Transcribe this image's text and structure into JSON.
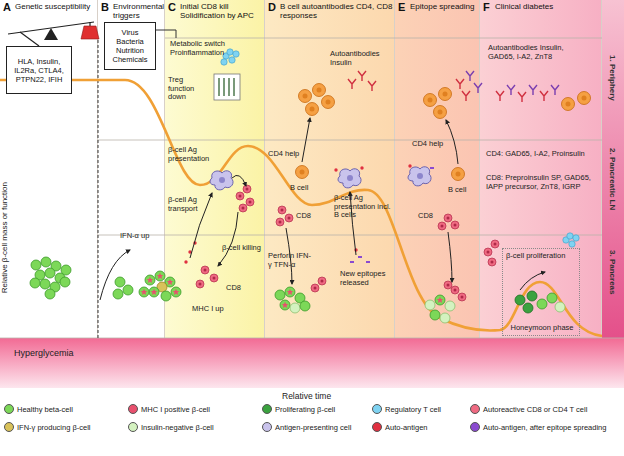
{
  "diagram": {
    "nodes": [
      {
        "text": [
          "A",
          "Genetic susceptibility"
        ]
      },
      {
        "text": [
          "HLA, Insulin, IL2Ra, CTLA4, PTPN22, IFIH"
        ],
        "in": 0
      },
      {
        "text": [
          "B",
          "Environmental triggers"
        ]
      },
      {
        "text": [
          "Virus Bacteria Nutrition Chemicals"
        ],
        "in": 2
      },
      {
        "text": [
          "C",
          "Initial CD8 kill Solidification by APC"
        ]
      },
      {
        "text": [
          "D",
          "B cell autoantibodies CD4, CD8 responses"
        ]
      },
      {
        "text": [
          "E",
          "Epitope spreading"
        ]
      },
      {
        "text": [
          "F",
          "Clinical diabetes"
        ]
      },
      {
        "text": [
          "β-cell proliferation",
          "Honeymoon phase"
        ],
        "in": 7
      }
    ],
    "labels": [
      "1. Periphery",
      "2. Pancreatic LN",
      "3. Pancreas",
      "Metabolic switch Proinflammation",
      "Treg function down",
      "Autoantibodies Insulin",
      "Autoantibodies Insulin, GAD65, I-A2, ZnT8",
      "β-cell Ag presentation",
      "β-cell Ag transport",
      "CD4 help",
      "B cell",
      "β-cell Ag presentation incl. B cells",
      "CD4 help",
      "B cell",
      "CD4: GAD65, I-A2, Proinsulin",
      "CD8: Preproinsulin SP, GAD65, IAPP precursor, ZnT8, IGRP",
      "CD8",
      "CD8",
      "IFN-α up",
      "β-cell killing",
      "Perforin IFN-γ TFN-α",
      "New epitopes released",
      "CD8",
      "MHC I up",
      "Relative β-cell mass or function",
      "Hyperglycemia",
      "Relative time"
    ],
    "legend": [
      {
        "text": "Healthy beta-cell",
        "color": "#7cd858"
      },
      {
        "text": "MHC I positive β-cell",
        "color": "#e8506e"
      },
      {
        "text": "Proliferating β-cell",
        "color": "#3aa23f"
      },
      {
        "text": "Regulatory T cell",
        "color": "#7fd3f2"
      },
      {
        "text": "Autoreactive CD8 or CD4 T cell",
        "color": "#ef6a82"
      },
      {
        "text": "IFN-γ producing β-cell",
        "color": "#d9c25a"
      },
      {
        "text": "Insulin-negative β-cell",
        "color": "#d4f2c0"
      },
      {
        "text": "Antigen-presenting cell",
        "color": "#c9c3ec"
      },
      {
        "text": "Auto-antigen",
        "color": "#e03040"
      },
      {
        "text": "Auto-antigen, after epitope spreading",
        "color": "#8a4ad0"
      }
    ]
  }
}
